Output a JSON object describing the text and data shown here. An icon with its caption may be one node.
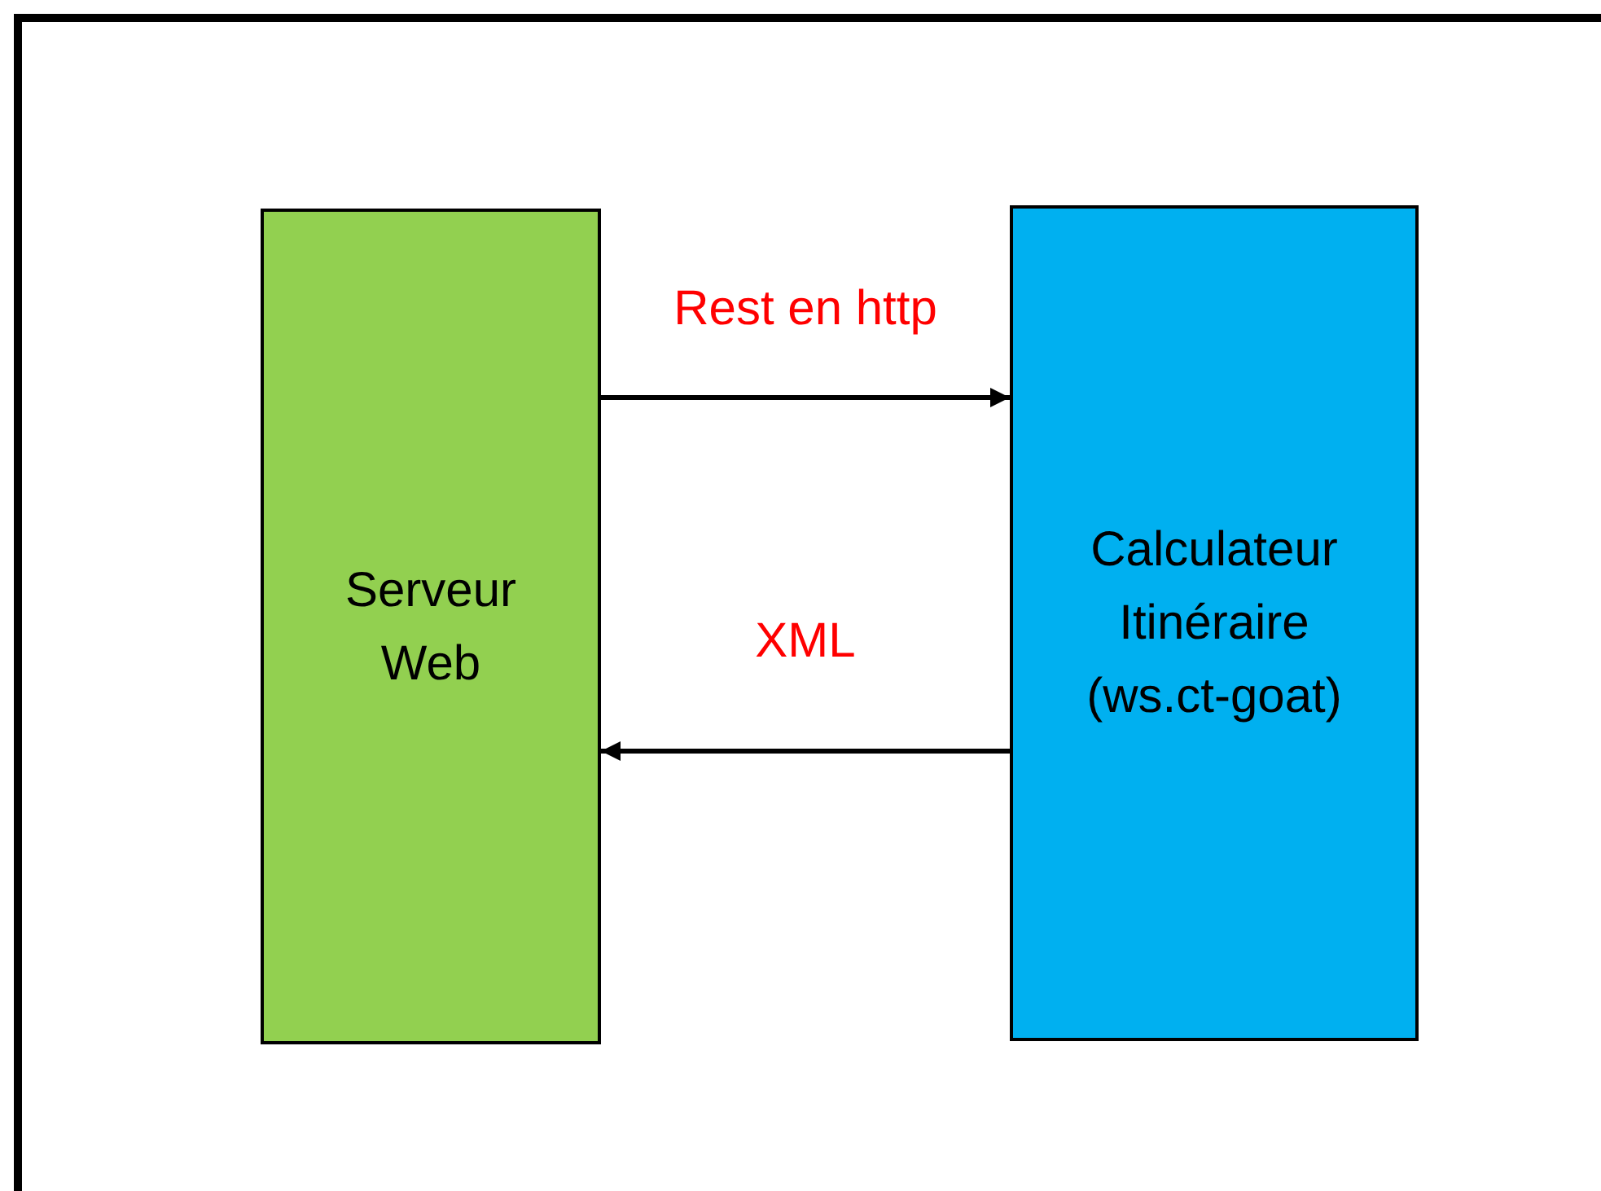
{
  "diagram": {
    "nodes": [
      {
        "text": [
          "Serveur Web"
        ]
      },
      {
        "text": [
          "Calculateur Itinéraire (ws.ct-goat)"
        ]
      }
    ],
    "edges": [
      {
        "from": 0,
        "to": 1,
        "arrow": "to",
        "label": "Rest en http"
      },
      {
        "from": 1,
        "to": 0,
        "arrow": "to",
        "label": "XML"
      }
    ]
  }
}
